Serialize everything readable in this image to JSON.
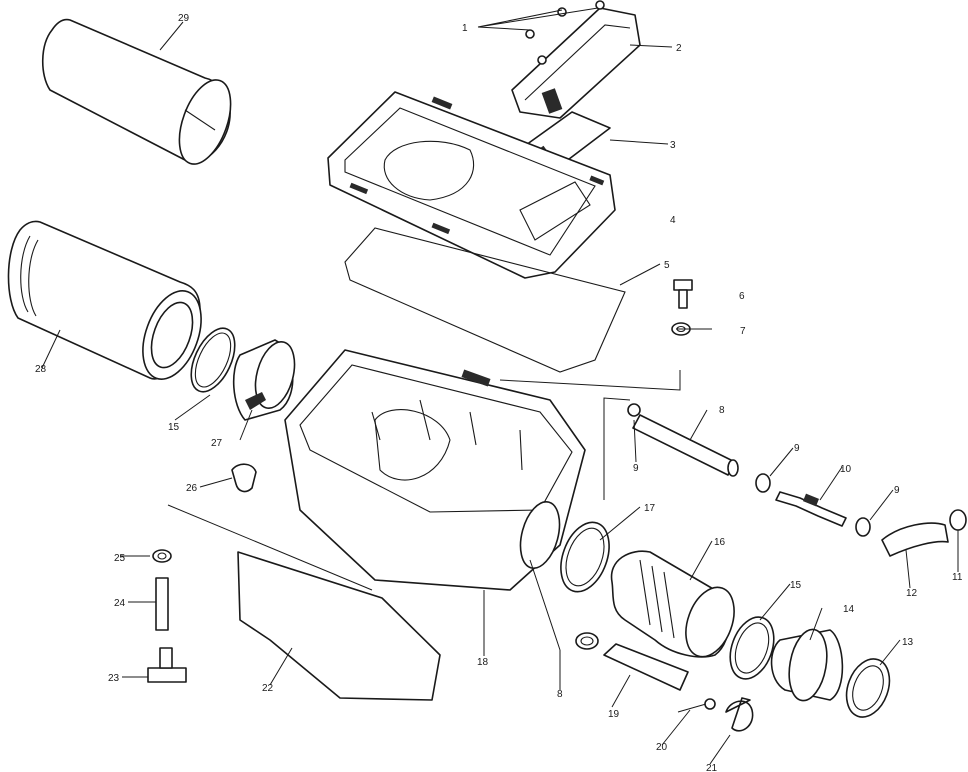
{
  "callouts": [
    {
      "id": "1",
      "label": "1"
    },
    {
      "id": "2",
      "label": "2"
    },
    {
      "id": "3",
      "label": "3"
    },
    {
      "id": "4",
      "label": "4"
    },
    {
      "id": "5",
      "label": "5"
    },
    {
      "id": "6",
      "label": "6"
    },
    {
      "id": "7",
      "label": "7"
    },
    {
      "id": "8a",
      "label": "8"
    },
    {
      "id": "8b",
      "label": "8"
    },
    {
      "id": "9a",
      "label": "9"
    },
    {
      "id": "9b",
      "label": "9"
    },
    {
      "id": "9c",
      "label": "9"
    },
    {
      "id": "10",
      "label": "10"
    },
    {
      "id": "11",
      "label": "11"
    },
    {
      "id": "12",
      "label": "12"
    },
    {
      "id": "13",
      "label": "13"
    },
    {
      "id": "14",
      "label": "14"
    },
    {
      "id": "15",
      "label": "15"
    },
    {
      "id": "16",
      "label": "16"
    },
    {
      "id": "17",
      "label": "17"
    },
    {
      "id": "18",
      "label": "18"
    },
    {
      "id": "19",
      "label": "19"
    },
    {
      "id": "20",
      "label": "20"
    },
    {
      "id": "21",
      "label": "21"
    },
    {
      "id": "22",
      "label": "22"
    },
    {
      "id": "23",
      "label": "23"
    },
    {
      "id": "24",
      "label": "24"
    },
    {
      "id": "25",
      "label": "25"
    },
    {
      "id": "26",
      "label": "26"
    },
    {
      "id": "27",
      "label": "27"
    },
    {
      "id": "28",
      "label": "28"
    },
    {
      "id": "29",
      "label": "29"
    },
    {
      "id": "15b",
      "label": "15"
    }
  ]
}
